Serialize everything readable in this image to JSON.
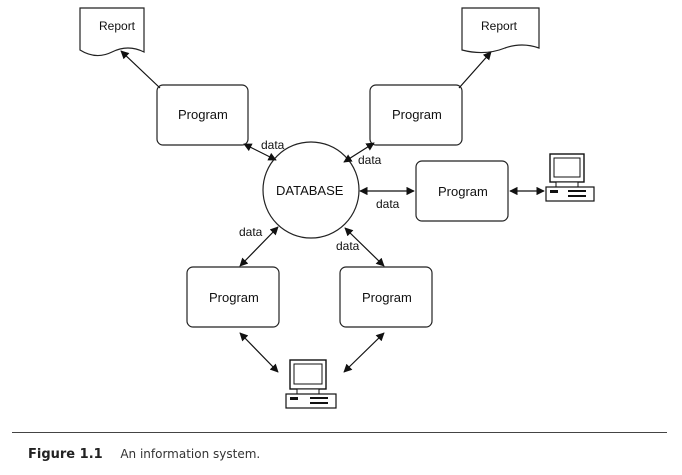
{
  "diagram": {
    "database_label": "DATABASE",
    "report_label": "Report",
    "program_label": "Program",
    "data_label": "data"
  },
  "caption": {
    "figure_number": "Figure 1.1",
    "text": "An information system."
  },
  "icons": [
    "report-document-icon",
    "computer-terminal-icon"
  ]
}
